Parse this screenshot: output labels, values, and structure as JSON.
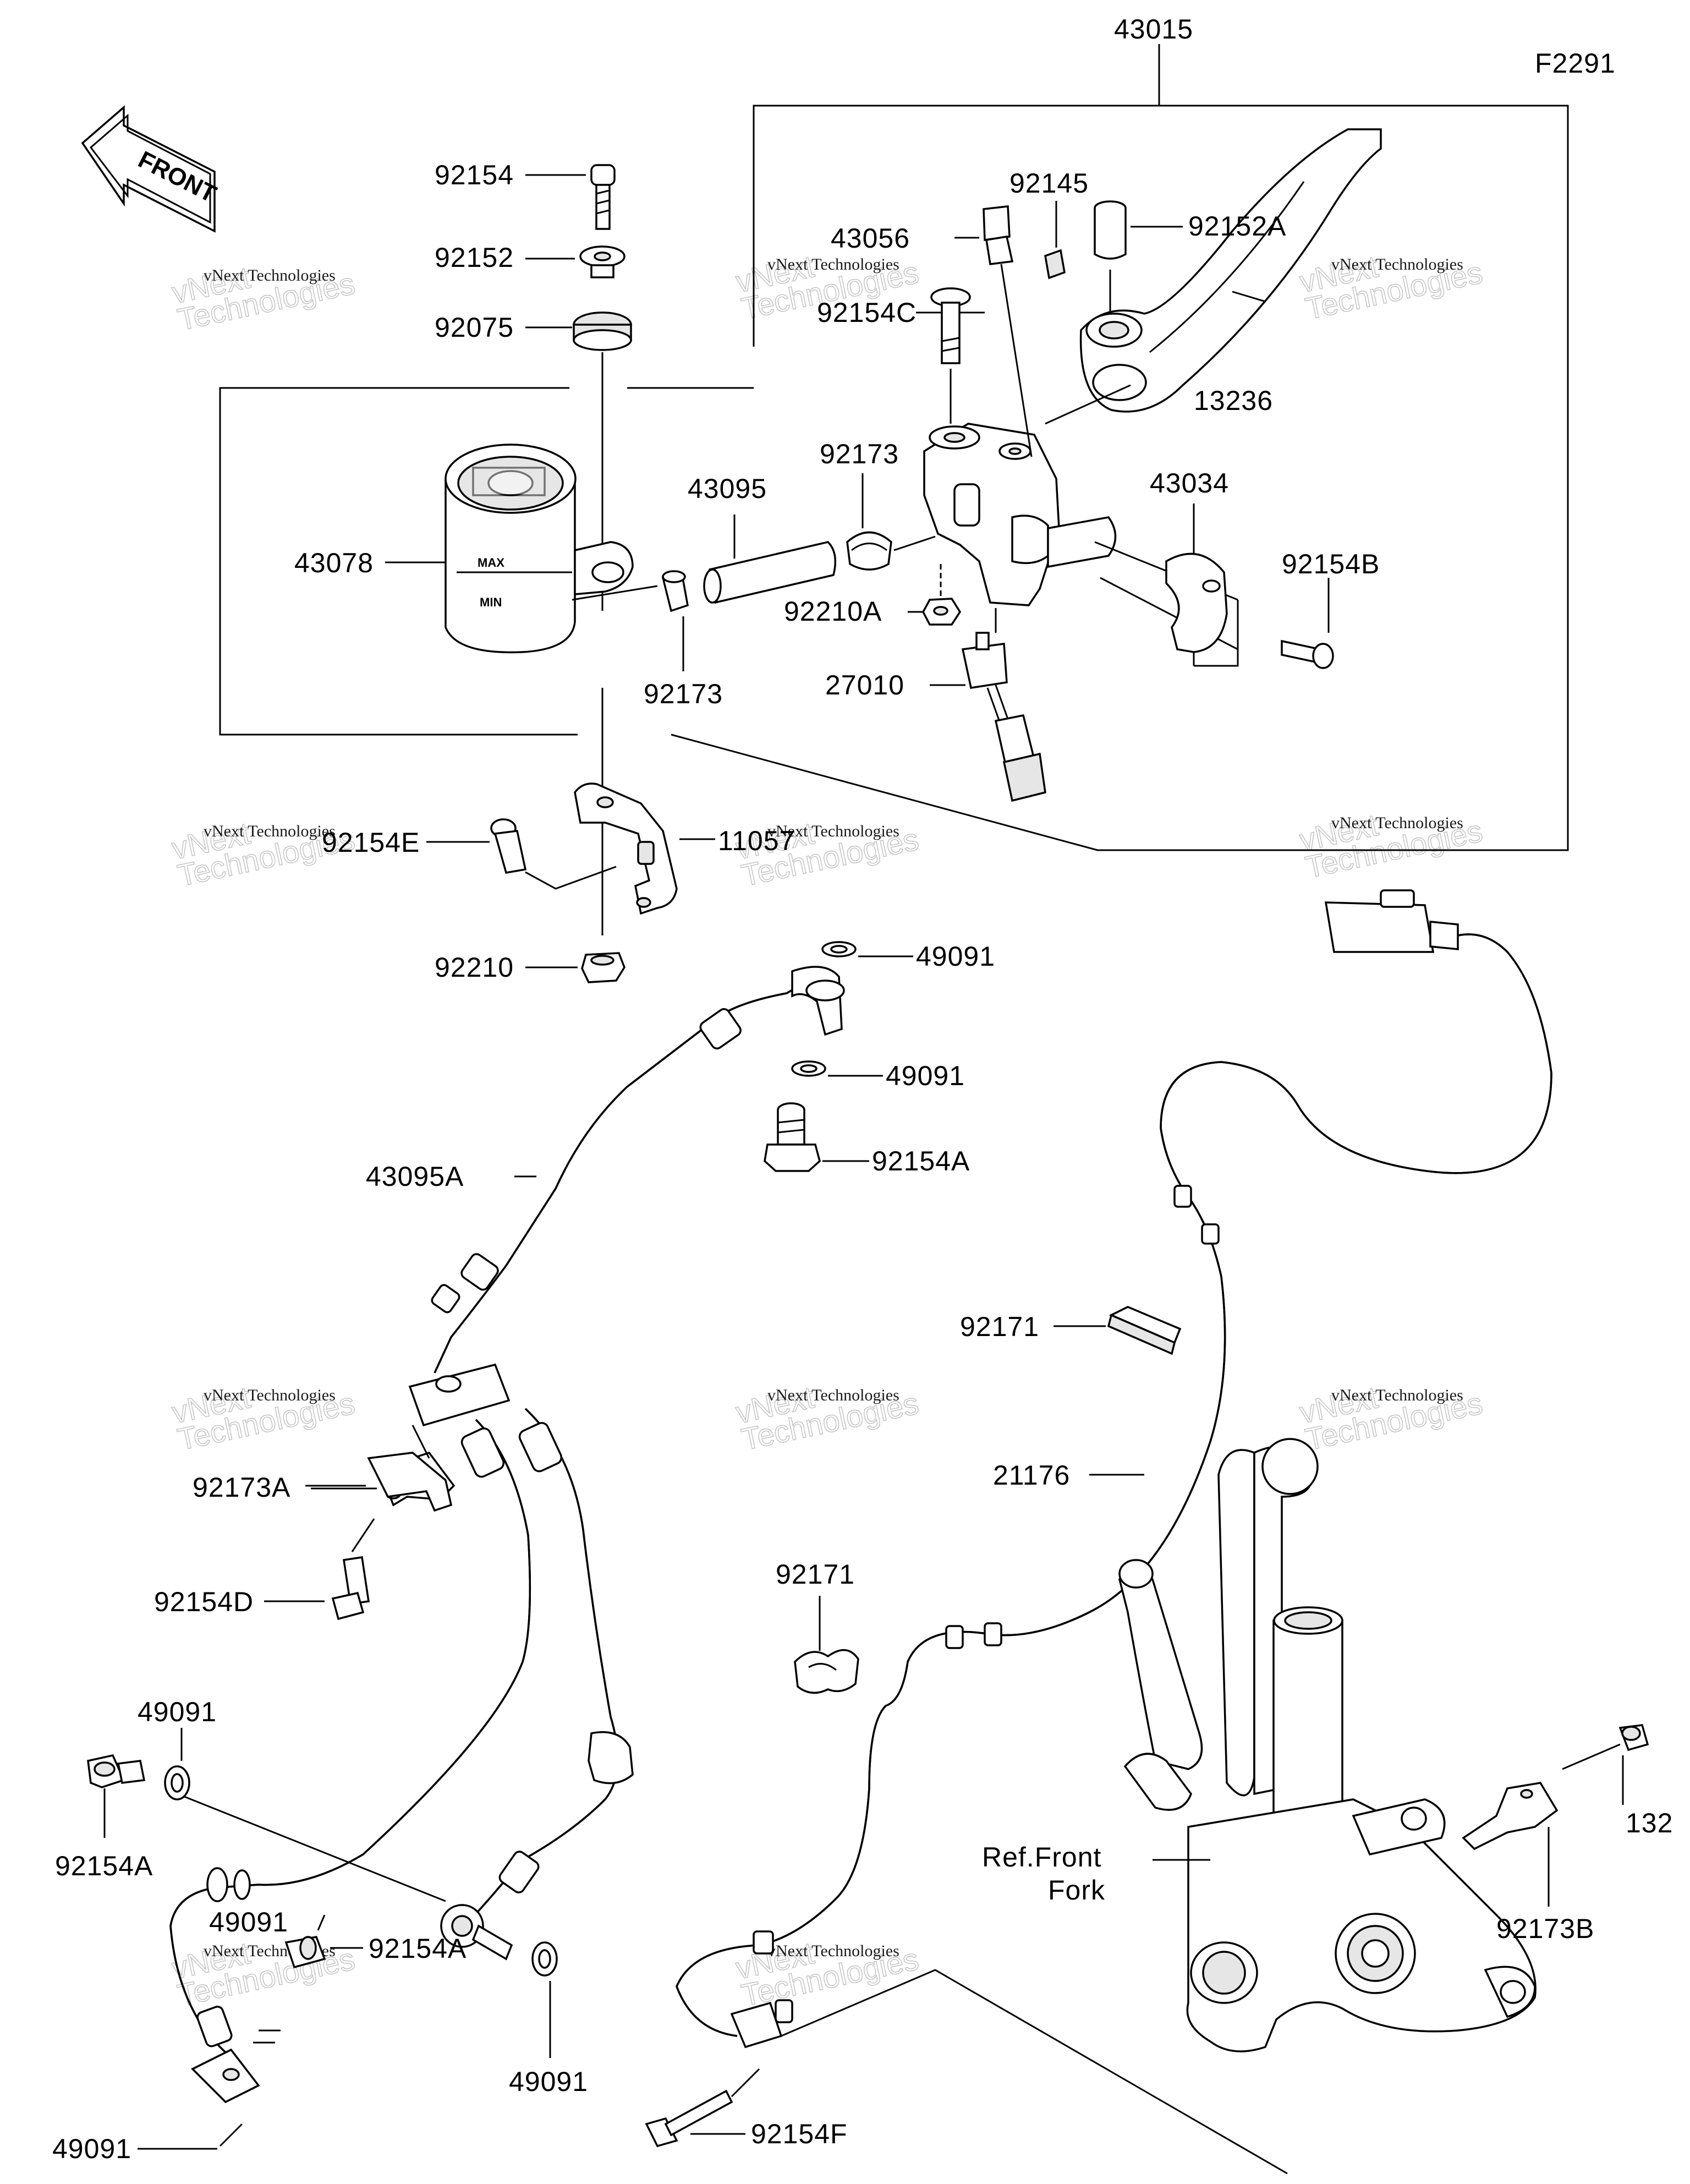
{
  "figure_code": "F2291",
  "front_label": "FRONT",
  "watermark": {
    "line1": "vNext Technologies",
    "line2": "vNext\nTechnologies"
  },
  "parts": {
    "p43015": "43015",
    "p92154": "92154",
    "p92152": "92152",
    "p92075": "92075",
    "p92145": "92145",
    "p43056": "43056",
    "p92152A": "92152A",
    "p92154C": "92154C",
    "p13236": "13236",
    "p92173_a": "92173",
    "p43095": "43095",
    "p43034": "43034",
    "p43078": "43078",
    "p92154B": "92154B",
    "p92210A": "92210A",
    "p92173_b": "92173",
    "p27010": "27010",
    "p92154E": "92154E",
    "p11057": "11057",
    "p92210": "92210",
    "p49091_a": "49091",
    "p49091_b": "49091",
    "p92154A_a": "92154A",
    "p43095A": "43095A",
    "p92171_a": "92171",
    "p92173A": "92173A",
    "p21176": "21176",
    "p92154D": "92154D",
    "p92171_b": "92171",
    "p49091_c": "49091",
    "p92154A_b": "92154A",
    "p132": "132",
    "p_ref_fork_1": "Ref.Front",
    "p_ref_fork_2": "Fork",
    "p92173B": "92173B",
    "p49091_d": "49091",
    "p92154A_c": "92154A",
    "p49091_e": "49091",
    "p49091_f": "49091",
    "p92154F": "92154F"
  }
}
